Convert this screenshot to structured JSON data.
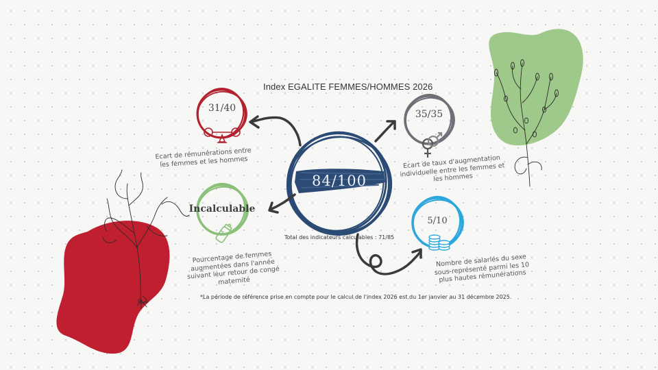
{
  "page": {
    "title": "Index EGALITE FEMMES/HOMMES 2026",
    "footnote": "*La période de référence prise en compte pour le calcul de l'index 2026 est du 1er janvier au 31 décembre 2025."
  },
  "center": {
    "score": "84/100",
    "total_label": "Total des indicateurs calculables : 71/85",
    "color": "#2b4a74"
  },
  "indicators": [
    {
      "id": "remuneration",
      "score": "31/40",
      "caption": "Ecart de rémunérations entre les femmes et les hommes",
      "color": "#b3202e",
      "icon": "scale-icon"
    },
    {
      "id": "augmentation",
      "score": "35/35",
      "caption": "Ecart de taux d'augmentation individuelle entre les femmes et les hommes",
      "color": "#6e6f77",
      "icon": "gender-symbols-icon"
    },
    {
      "id": "maternite",
      "score": "Incalculable",
      "caption": "Pourcentage de femmes augmentées dans l'année suivant leur retour de congé maternité",
      "color": "#8bc07a",
      "icon": "baby-bottle-icon"
    },
    {
      "id": "hautes-remunerations",
      "score": "5/10",
      "caption": "Nombre de salariés du sexe sous-représenté parmi les 10 plus hautes rémunérations",
      "color": "#2ea7dc",
      "icon": "coins-icon"
    }
  ],
  "decor": {
    "red_blob_color": "#c01f2f",
    "green_blob_color": "#9fc98b",
    "arrow_color": "#3a3a3a"
  }
}
